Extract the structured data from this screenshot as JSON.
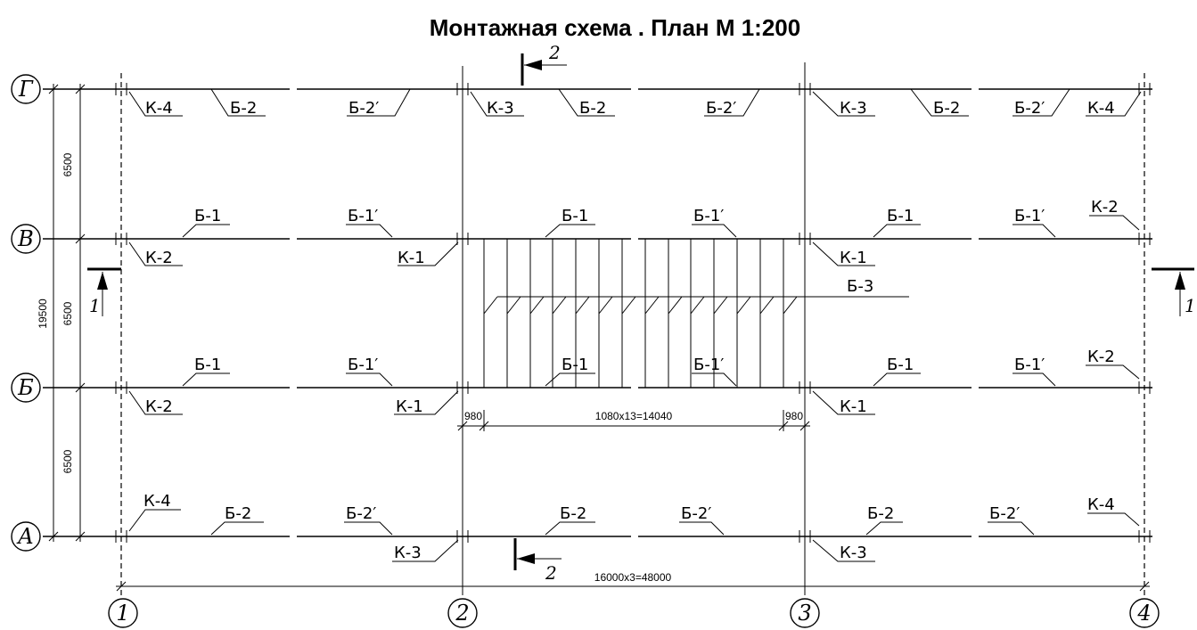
{
  "title": "Монтажная  схема . План  М  1:200",
  "axes_rows": [
    "Г",
    "В",
    "Б",
    "А"
  ],
  "axes_cols": [
    "1",
    "2",
    "3",
    "4"
  ],
  "dimensions": {
    "row_spacing": "6500",
    "total_height": "19500",
    "beam_pitch": "1080x13=14040",
    "edge_offset": "980",
    "total_length": "16000x3=48000"
  },
  "section_marks": {
    "sec1": "1",
    "sec2": "2"
  },
  "labels": {
    "k1": "К-1",
    "k2": "К-2",
    "k3": "К-3",
    "k4": "К-4",
    "b1": "Б-1",
    "b1p": "Б-1′",
    "b2": "Б-2",
    "b2p": "Б-2′",
    "b3": "Б-3"
  }
}
